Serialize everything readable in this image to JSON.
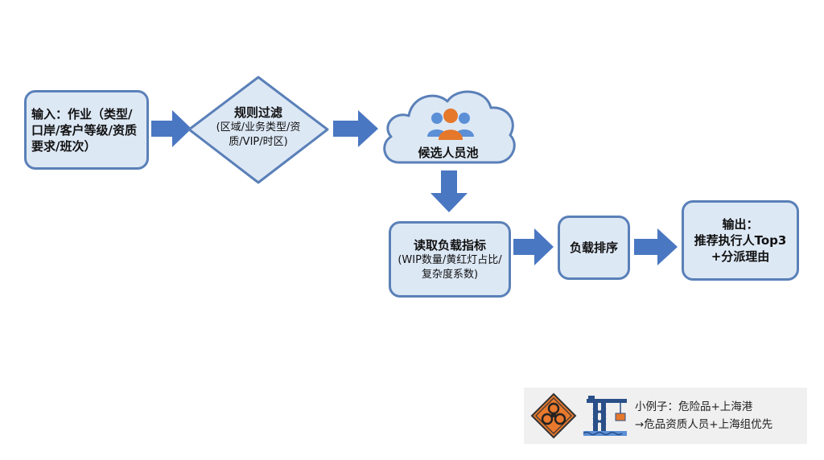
{
  "nodes": {
    "input": "输入：作业（类型/口岸/客户等级/资质要求/班次）",
    "filter_title": "规则过滤",
    "filter_detail": "(区域/业务类型/资质/VIP/时区)",
    "pool": "候选人员池",
    "load_title": "读取负载指标",
    "load_detail": "(WIP数量/黄红灯占比/复杂度系数)",
    "sort": "负载排序",
    "output_title": "输出：",
    "output_line1": "推荐执行人Top3",
    "output_line2": "+分派理由"
  },
  "example": {
    "line1": "小例子：危险品+上海港",
    "line2": "→危品资质人员+上海组优先",
    "icons": [
      "biohazard-icon",
      "port-crane-icon"
    ]
  },
  "colors": {
    "node_fill": "#dde8f5",
    "node_border": "#5a80b8",
    "arrow": "#4a77c2",
    "people_orange": "#e5782b",
    "people_blue": "#5b8fd6"
  }
}
